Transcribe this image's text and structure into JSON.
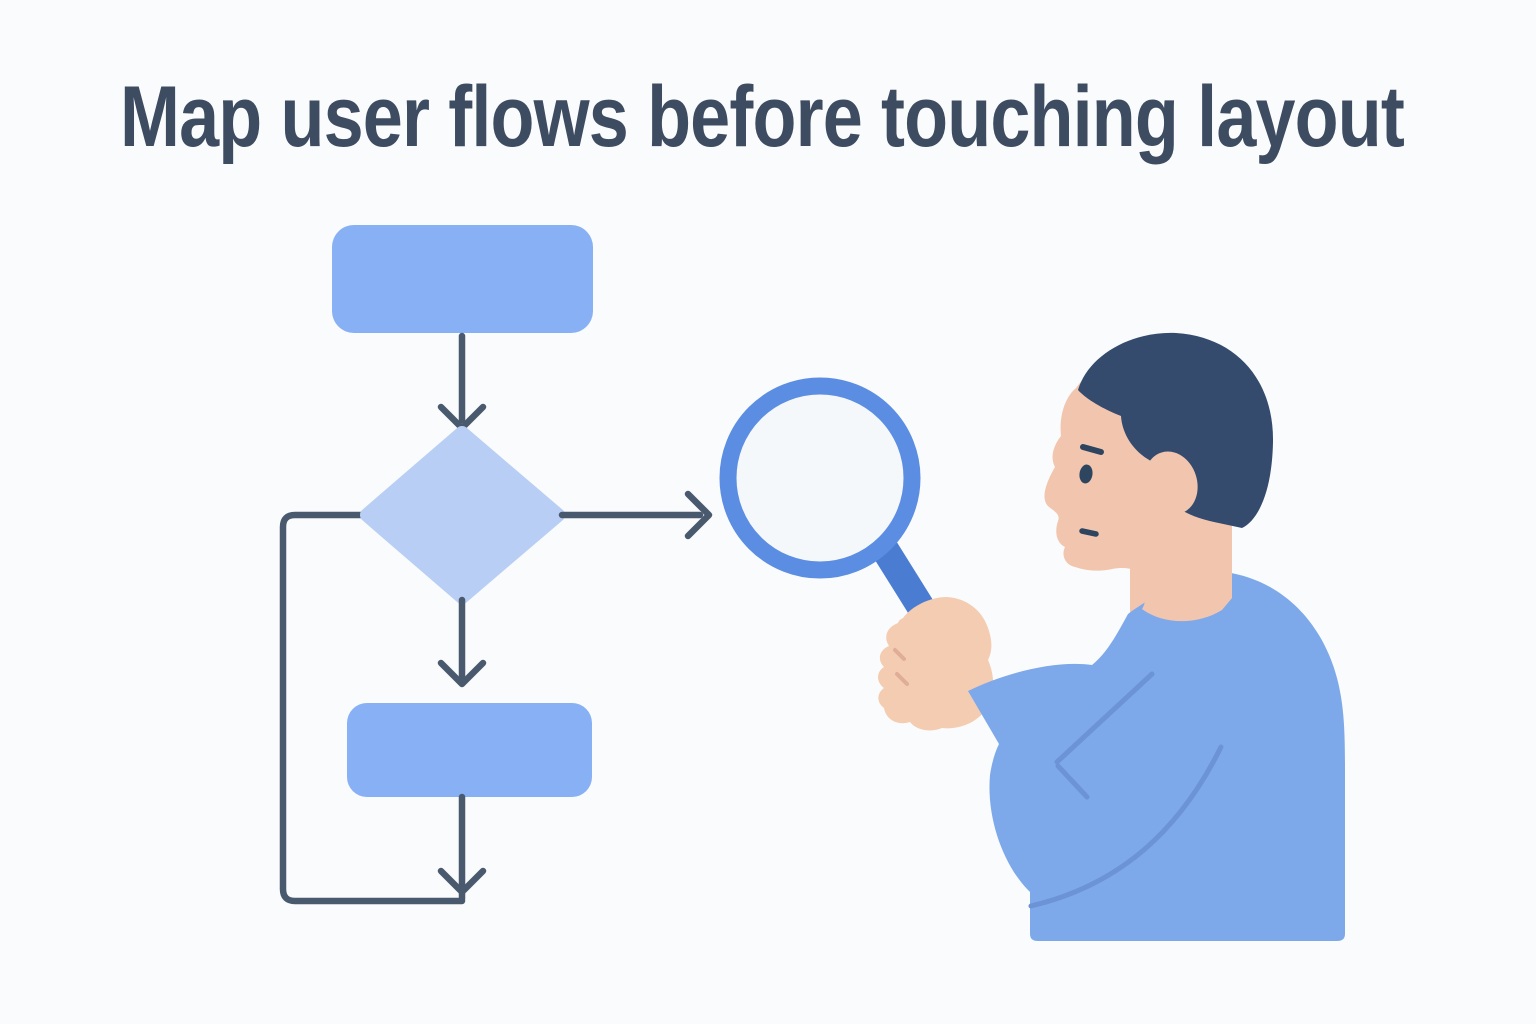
{
  "title": "Map user flows before touching layout",
  "colors": {
    "bg": "#fafbfc",
    "title_text": "#3d4c61",
    "flow_line": "#4a5a6e",
    "node_fill": "#87b0f5",
    "diamond_fill": "#b9cef5",
    "lens_fill": "#f5f8fb",
    "ring_stroke": "#5b8de2",
    "handle_fill": "#4a7cd2",
    "sweater_fill": "#7da9ea",
    "seam_stroke": "#6b93d6",
    "skin_fill": "#f2c6ae",
    "hand_fill": "#f4ccb2",
    "skin_crease": "#dfae94",
    "hair_fill": "#344b6e",
    "face_feature": "#2e4560"
  },
  "flowchart": {
    "nodes": [
      {
        "id": "start",
        "type": "process",
        "shape": "rounded-rectangle",
        "label": ""
      },
      {
        "id": "decision",
        "type": "decision",
        "shape": "diamond",
        "label": ""
      },
      {
        "id": "step",
        "type": "process",
        "shape": "rounded-rectangle",
        "label": ""
      }
    ],
    "edges": [
      {
        "from": "start",
        "to": "decision",
        "direction": "down"
      },
      {
        "from": "decision",
        "to": "magnifier",
        "direction": "right"
      },
      {
        "from": "decision",
        "to": "step",
        "direction": "down"
      },
      {
        "from": "step",
        "to": "exit",
        "direction": "down"
      },
      {
        "from": "decision",
        "to": "exit",
        "direction": "loop-left-down",
        "type": "loop-back"
      }
    ]
  },
  "illustration": {
    "magnifier": "magnifying-glass",
    "person": "man-in-blue-sweater-inspecting-flowchart"
  }
}
